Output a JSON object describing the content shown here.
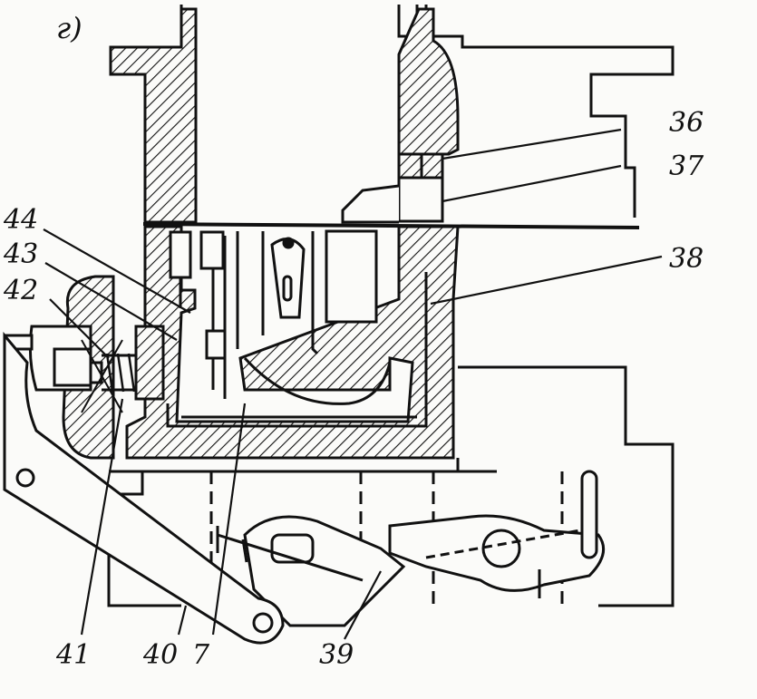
{
  "figure": {
    "panel_label": "г)",
    "callouts": [
      {
        "id": "36",
        "text": "36"
      },
      {
        "id": "37",
        "text": "37"
      },
      {
        "id": "38",
        "text": "38"
      },
      {
        "id": "44",
        "text": "44"
      },
      {
        "id": "43",
        "text": "43"
      },
      {
        "id": "42",
        "text": "42"
      },
      {
        "id": "41",
        "text": "41"
      },
      {
        "id": "40",
        "text": "40"
      },
      {
        "id": "7",
        "text": "7"
      },
      {
        "id": "39",
        "text": "39"
      }
    ]
  },
  "colors": {
    "ink": "#111111",
    "paper": "#fbfbf9"
  }
}
